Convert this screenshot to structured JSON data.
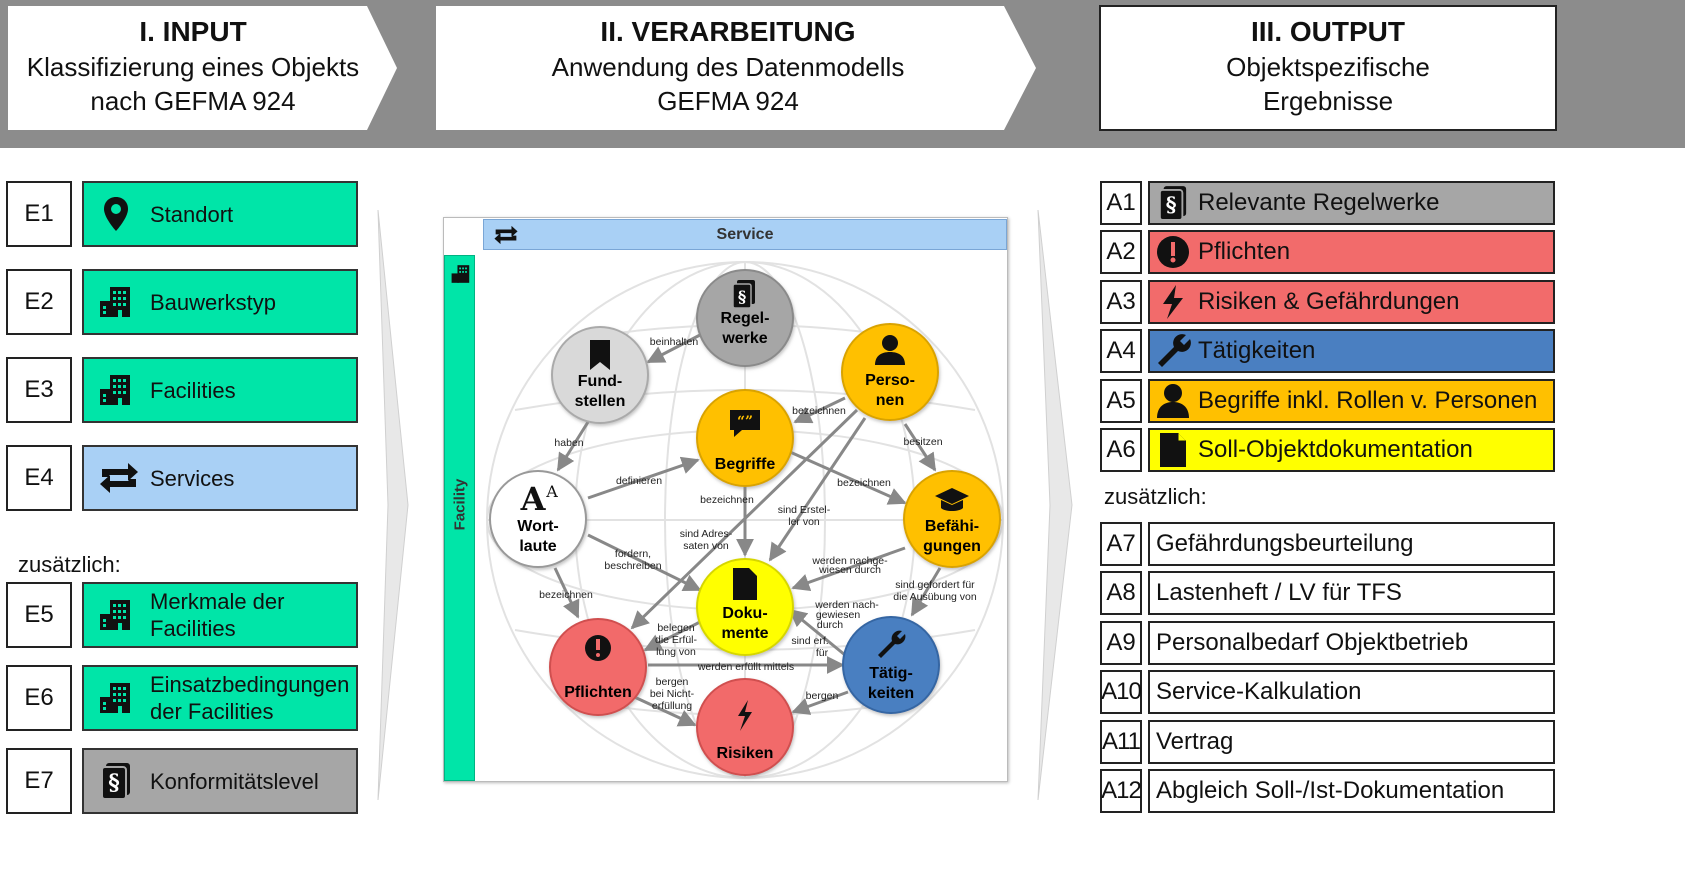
{
  "header": {
    "input": {
      "title": "I. INPUT",
      "line1": "Klassifizierung eines Objekts",
      "line2": "nach GEFMA 924"
    },
    "processing": {
      "title": "II. VERARBEITUNG",
      "line1": "Anwendung des Datenmodells",
      "line2": "GEFMA 924"
    },
    "output": {
      "title": "III. OUTPUT",
      "line1": "Objektspezifische",
      "line2": "Ergebnisse"
    }
  },
  "inputs": [
    {
      "code": "E1",
      "label": "Standort",
      "color": "#00e5a8",
      "icon": "location-pin-icon"
    },
    {
      "code": "E2",
      "label": "Bauwerkstyp",
      "color": "#00e5a8",
      "icon": "building-icon"
    },
    {
      "code": "E3",
      "label": "Facilities",
      "color": "#00e5a8",
      "icon": "building-icon"
    },
    {
      "code": "E4",
      "label": "Services",
      "color": "#a9d0f5",
      "icon": "repeat-arrows-icon"
    },
    {
      "code": "E5",
      "line1": "Merkmale der",
      "line2": "Facilities",
      "color": "#00e5a8",
      "icon": "building-icon"
    },
    {
      "code": "E6",
      "line1": "Einsatzbedingungen",
      "line2": "der Facilities",
      "color": "#00e5a8",
      "icon": "building-icon"
    },
    {
      "code": "E7",
      "label": "Konformitätslevel",
      "color": "#a6a6a6",
      "icon": "paragraph-document-icon"
    }
  ],
  "inputs_extra_label": "zusätzlich:",
  "outputs": [
    {
      "code": "A1",
      "label": "Relevante Regelwerke",
      "color": "#a6a6a6",
      "icon": "paragraph-document-icon"
    },
    {
      "code": "A2",
      "label": "Pflichten",
      "color": "#f26b6b",
      "icon": "exclamation-icon"
    },
    {
      "code": "A3",
      "label": "Risiken & Gefährdungen",
      "color": "#f26b6b",
      "icon": "lightning-icon"
    },
    {
      "code": "A4",
      "label": "Tätigkeiten",
      "color": "#4a7fc1",
      "icon": "wrench-icon"
    },
    {
      "code": "A5",
      "label": "Begriffe inkl. Rollen v. Personen",
      "color": "#ffc000",
      "icon": "person-icon"
    },
    {
      "code": "A6",
      "label": "Soll-Objektdokumentation",
      "color": "#ffff00",
      "icon": "document-icon"
    },
    {
      "code": "A7",
      "label": "Gefährdungsbeurteilung"
    },
    {
      "code": "A8",
      "label": "Lastenheft / LV für TFS"
    },
    {
      "code": "A9",
      "label": "Personalbedarf Objektbetrieb"
    },
    {
      "code": "A10",
      "label": "Service-Kalkulation"
    },
    {
      "code": "A11",
      "label": "Vertrag"
    },
    {
      "code": "A12",
      "label": "Abgleich Soll-/Ist-Dokumentation"
    }
  ],
  "outputs_extra_label": "zusätzlich:",
  "model": {
    "service_label": "Service",
    "facility_label": "Facility",
    "nodes": {
      "regelwerke": {
        "l1": "Regel-",
        "l2": "werke",
        "color": "#a6a6a6"
      },
      "fundstellen": {
        "l1": "Fund-",
        "l2": "stellen",
        "color": "#d9d9d9"
      },
      "personen": {
        "l1": "Perso-",
        "l2": "nen",
        "color": "#ffc000"
      },
      "begriffe": {
        "l1": "Begriffe",
        "color": "#ffc000"
      },
      "wortlaute": {
        "l1": "Wort-",
        "l2": "laute",
        "color": "#ffffff"
      },
      "befaehigungen": {
        "l1": "Befähi-",
        "l2": "gungen",
        "color": "#ffc000"
      },
      "dokumente": {
        "l1": "Doku-",
        "l2": "mente",
        "color": "#ffff00"
      },
      "pflichten": {
        "l1": "Pflichten",
        "color": "#f26b6b"
      },
      "taetigkeiten": {
        "l1": "Tätig-",
        "l2": "keiten",
        "color": "#4a7fc1"
      },
      "risiken": {
        "l1": "Risiken",
        "color": "#f26b6b"
      }
    },
    "edges": {
      "beinhalten": "beinhalten",
      "haben": "haben",
      "definieren": "definieren",
      "bezeichnen1": "bezeichnen",
      "bezeichnen2": "bezeichnen",
      "bezeichnen3": "bezeichnen",
      "bezeichnen4": "bezeichnen",
      "besitzen": "besitzen",
      "sind_erstel_1": "sind Erstel-",
      "sind_erstel_2": "ler von",
      "sind_adres_1": "sind Adres-",
      "sind_adres_2": "saten von",
      "fordern_1": "fordern,",
      "fordern_2": "beschreiben",
      "nachgewiesen_1": "werden nachge-",
      "nachgewiesen_2": "wiesen durch",
      "gefordert_1": "sind gefordert für",
      "gefordert_2": "die Ausübung von",
      "nachgewiesen2_1": "werden nach-",
      "nachgewiesen2_2": "gewiesen",
      "nachgewiesen2_3": "durch",
      "erf_1": "sind erf.",
      "erf_2": "für",
      "belegen_1": "belegen",
      "belegen_2": "die Erfül-",
      "belegen_3": "lung von",
      "erfuellt": "werden erfüllt mittels",
      "bergen1_1": "bergen",
      "bergen1_2": "bei Nicht-",
      "bergen1_3": "erfüllung",
      "bergen2": "bergen"
    }
  }
}
